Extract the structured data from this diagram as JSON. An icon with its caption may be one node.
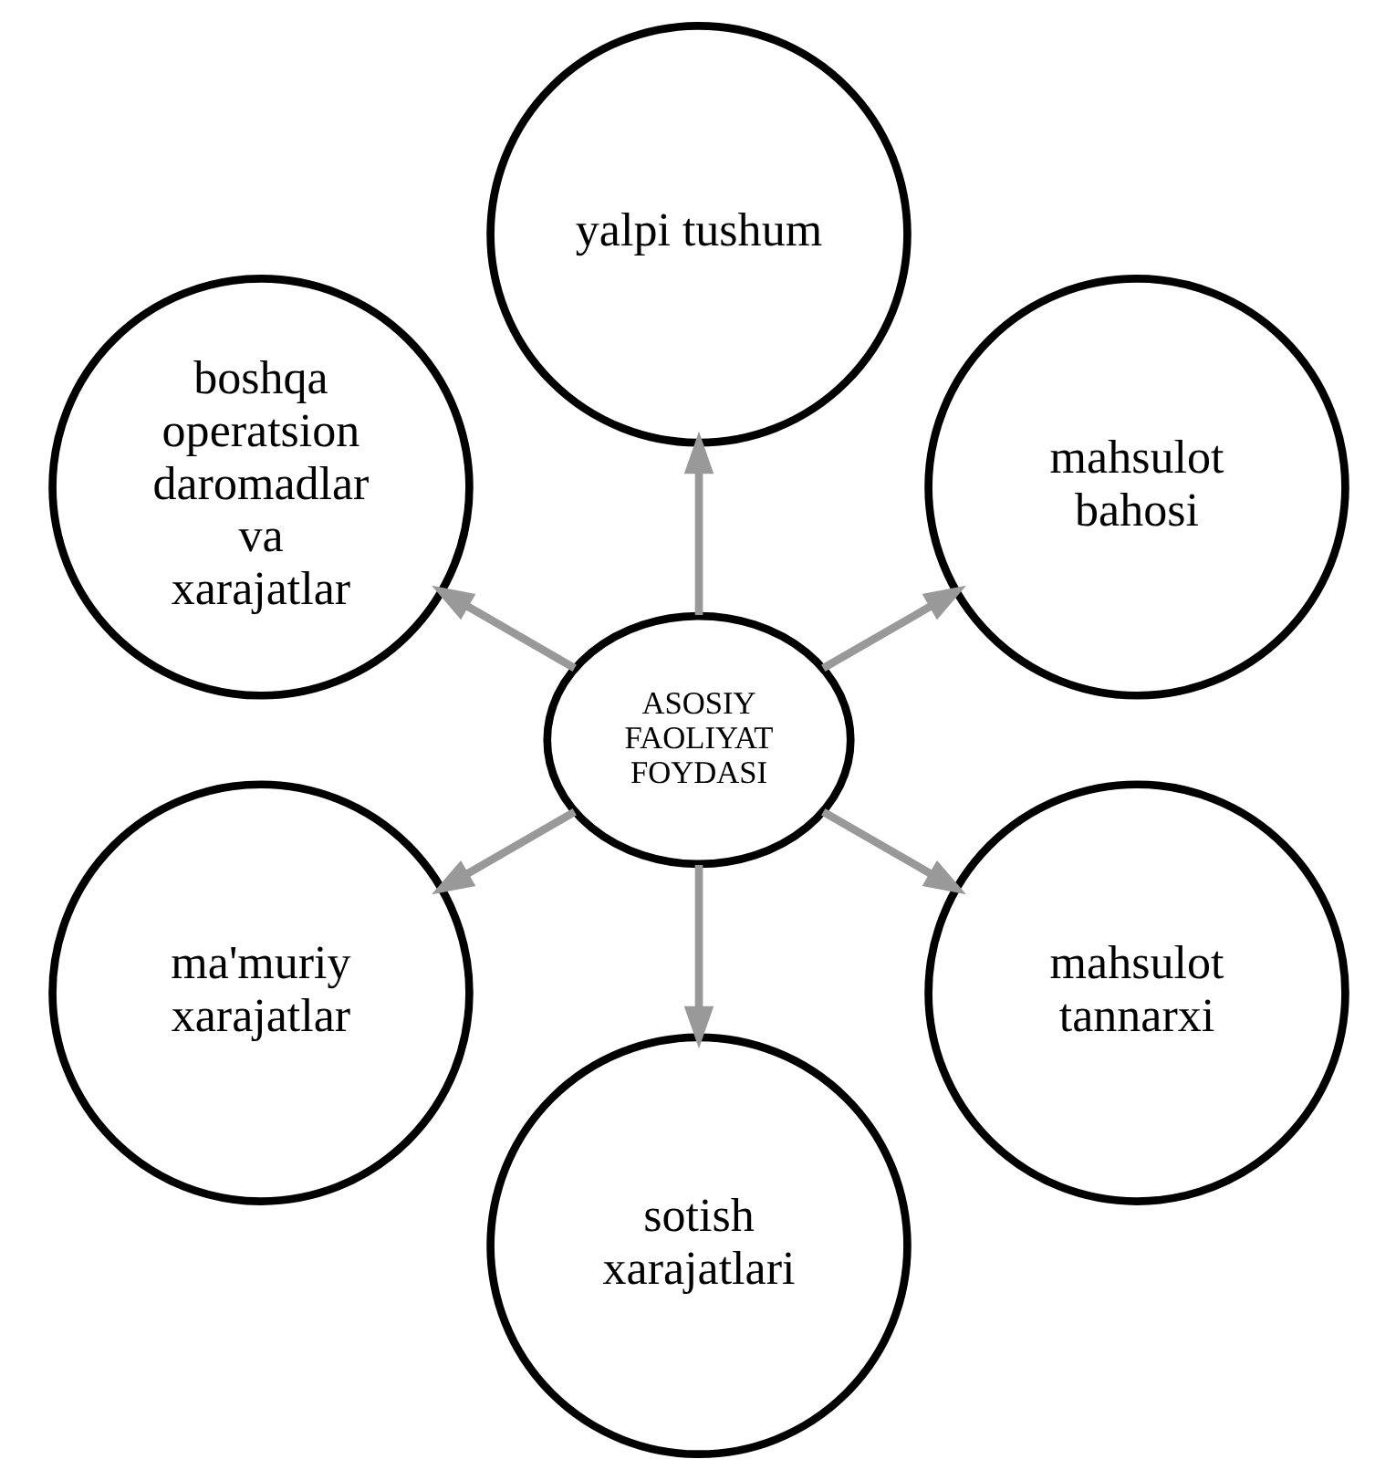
{
  "diagram": {
    "nodes": [
      {
        "text": [
          "yalpi tushum"
        ]
      },
      {
        "text": [
          "boshqa operatsion daromadlar va xarajatlar"
        ]
      },
      {
        "text": [
          "mahsulot bahosi"
        ]
      },
      {
        "text": [
          "ASOSIY FAOLIYAT FOYDASI"
        ]
      },
      {
        "text": [
          "ma'muriy xarajatlar"
        ]
      },
      {
        "text": [
          "mahsulot tannarxi"
        ]
      },
      {
        "text": [
          "sotish xarajatlari"
        ]
      }
    ],
    "edges": [
      {
        "from": 3,
        "to": 0,
        "arrow": "to"
      },
      {
        "from": 3,
        "to": 2,
        "arrow": "to"
      },
      {
        "from": 3,
        "to": 5,
        "arrow": "to"
      },
      {
        "from": 3,
        "to": 6,
        "arrow": "to"
      },
      {
        "from": 3,
        "to": 4,
        "arrow": "to"
      },
      {
        "from": 3,
        "to": 1,
        "arrow": "to"
      }
    ]
  }
}
